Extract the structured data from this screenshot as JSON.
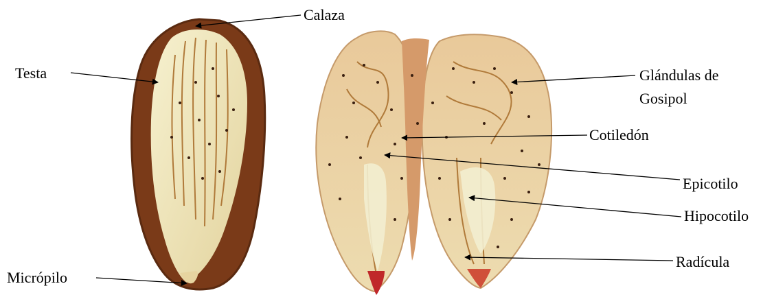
{
  "labels": {
    "calaza": "Calaza",
    "testa": "Testa",
    "micropilo": "Micrópilo",
    "glandulas_line1": "Glándulas de",
    "glandulas_line2": "Gosipol",
    "cotiledon": "Cotiledón",
    "epicotilo": "Epicotilo",
    "hipocotilo": "Hipocotilo",
    "radicula": "Radícula"
  },
  "colors": {
    "testa": "#7a3a18",
    "testa_edge": "#5a2a10",
    "cotyledon": "#e9dcb0",
    "cotyledon_light": "#f4efc9",
    "fold_line": "#b07a3a",
    "gland_dot": "#3a1f10",
    "section_bg": "#e6c89a",
    "section_tint": "#d8a878",
    "radicle_tip": "#c0282a",
    "arrow": "#000000"
  }
}
